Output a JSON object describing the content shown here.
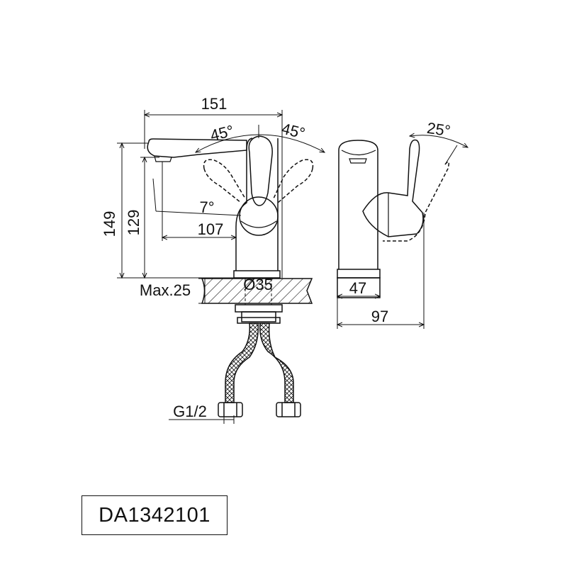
{
  "dimensions": {
    "width_total": "151",
    "angle_left": "45°",
    "angle_right": "45°",
    "height_total": "149",
    "height_spout": "129",
    "spout_angle": "7°",
    "spout_reach": "107",
    "deck_max": "Max.25",
    "hole_diameter": "Ø35",
    "side_angle": "25°",
    "base_depth": "47",
    "depth_total": "97",
    "thread": "G1/2"
  },
  "model_code": "DA1342101",
  "colors": {
    "line": "#111111",
    "background": "#ffffff"
  }
}
